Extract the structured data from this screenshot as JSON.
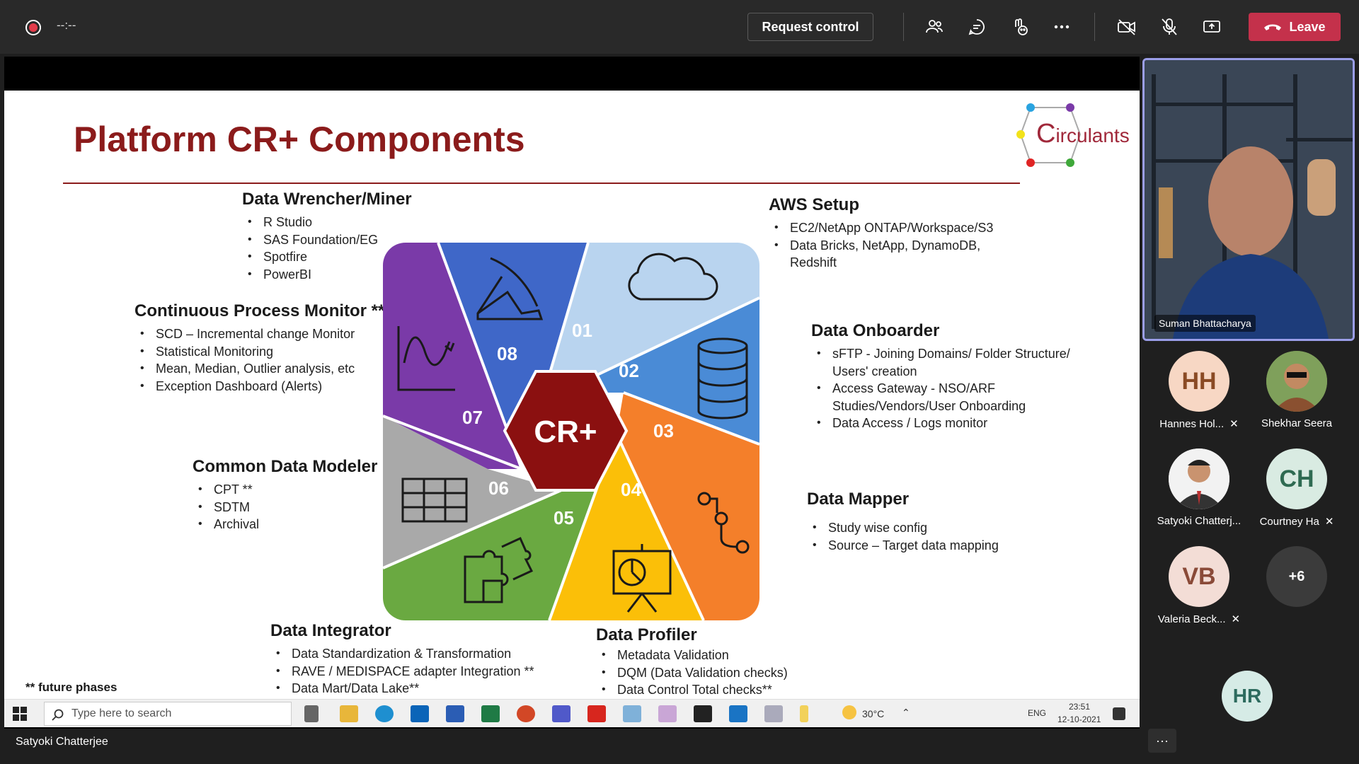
{
  "topbar": {
    "timer": "--:--",
    "request_control_label": "Request control",
    "leave_label": "Leave",
    "icons": [
      "people-icon",
      "chat-icon",
      "reactions-icon",
      "more-icon",
      "camera-off-icon",
      "mic-off-icon",
      "share-icon"
    ]
  },
  "slide": {
    "title": "Platform CR+ Components",
    "logo_text": "irculants",
    "logo_initial": "C",
    "center_label": "CR+",
    "segments": [
      "01",
      "02",
      "03",
      "04",
      "05",
      "06",
      "07",
      "08"
    ],
    "sections": {
      "wrencher": {
        "title": "Data Wrencher/Miner",
        "items": [
          "R Studio",
          "SAS Foundation/EG",
          "Spotfire",
          "PowerBI"
        ]
      },
      "aws": {
        "title": "AWS Setup",
        "items": [
          "EC2/NetApp ONTAP/Workspace/S3",
          "Data Bricks, NetApp, DynamoDB, Redshift"
        ]
      },
      "monitor": {
        "title": "Continuous Process Monitor **",
        "items": [
          "SCD – Incremental change Monitor",
          "Statistical Monitoring",
          "Mean, Median, Outlier analysis, etc",
          "Exception Dashboard (Alerts)"
        ]
      },
      "onboarder": {
        "title": "Data Onboarder",
        "items": [
          "sFTP - Joining Domains/ Folder Structure/ Users' creation",
          "Access Gateway - NSO/ARF Studies/Vendors/User Onboarding",
          "Data Access / Logs monitor"
        ]
      },
      "modeler": {
        "title": "Common Data Modeler",
        "items": [
          "CPT **",
          "SDTM",
          "Archival"
        ]
      },
      "mapper": {
        "title": "Data Mapper",
        "items": [
          "Study wise config",
          "Source – Target data mapping"
        ]
      },
      "integrator": {
        "title": "Data Integrator",
        "items": [
          "Data Standardization & Transformation",
          "RAVE / MEDISPACE adapter Integration **",
          "Data Mart/Data Lake**"
        ]
      },
      "profiler": {
        "title": "Data Profiler",
        "items": [
          "Metadata Validation",
          "DQM (Data Validation checks)",
          "Data Control Total checks**"
        ]
      }
    },
    "footnote": "** future phases",
    "colors": {
      "title": "#8b1b1b",
      "purple": "#7a3aa8",
      "blue": "#3f67c8",
      "lightblue": "#b9d4ef",
      "midblue": "#4a8bd6",
      "orange": "#f47f2a",
      "yellow": "#fbbf08",
      "green": "#6aa941",
      "gray": "#a9a9a9",
      "center": "#8b1010"
    }
  },
  "taskbar": {
    "search_placeholder": "Type here to search",
    "weather": "30°C",
    "lang": "ENG",
    "time": "23:51",
    "date": "12-10-2021"
  },
  "presenter": {
    "name": "Satyoki Chatterjee"
  },
  "participants": {
    "video_name": "Suman Bhattacharya",
    "list": [
      {
        "initials": "HH",
        "name": "Hannes Hol...",
        "muted": true
      },
      {
        "initials": "",
        "name": "Shekhar Seera",
        "muted": false
      },
      {
        "initials": "",
        "name": "Satyoki Chatterj...",
        "muted": false
      },
      {
        "initials": "CH",
        "name": "Courtney Ha",
        "muted": true
      },
      {
        "initials": "VB",
        "name": "Valeria Beck...",
        "muted": true
      },
      {
        "initials": "+6",
        "name": "",
        "muted": false
      },
      {
        "initials": "HR",
        "name": "",
        "muted": false
      }
    ],
    "more_label": "···"
  }
}
